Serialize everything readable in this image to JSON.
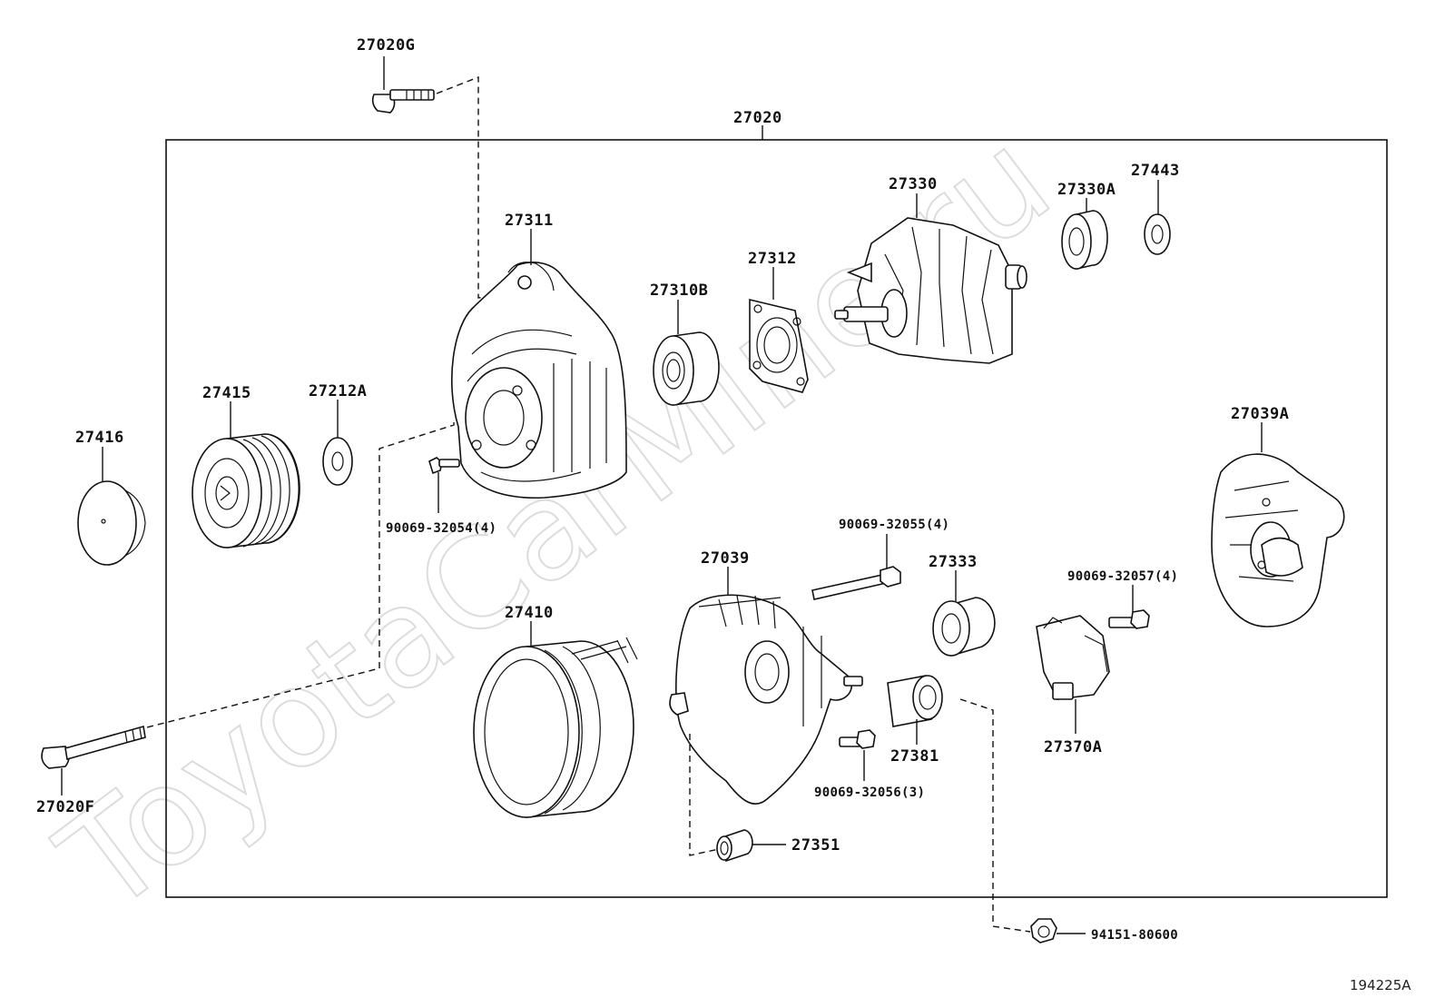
{
  "watermark": "ToyotaCarMine.ru",
  "figure_code": "194225A",
  "assembly": {
    "label": "27020"
  },
  "parts": [
    {
      "id": "27020G",
      "label": "27020G"
    },
    {
      "id": "27311",
      "label": "27311"
    },
    {
      "id": "27310B",
      "label": "27310B"
    },
    {
      "id": "27312",
      "label": "27312"
    },
    {
      "id": "27330",
      "label": "27330"
    },
    {
      "id": "27330A",
      "label": "27330A"
    },
    {
      "id": "27443",
      "label": "27443"
    },
    {
      "id": "27415",
      "label": "27415"
    },
    {
      "id": "27212A",
      "label": "27212A"
    },
    {
      "id": "27416",
      "label": "27416"
    },
    {
      "id": "27039A",
      "label": "27039A"
    },
    {
      "id": "90069-32054",
      "label": "90069-32054(4)"
    },
    {
      "id": "90069-32055",
      "label": "90069-32055(4)"
    },
    {
      "id": "27039",
      "label": "27039"
    },
    {
      "id": "27333",
      "label": "27333"
    },
    {
      "id": "90069-32057",
      "label": "90069-32057(4)"
    },
    {
      "id": "27410",
      "label": "27410"
    },
    {
      "id": "27381",
      "label": "27381"
    },
    {
      "id": "27370A",
      "label": "27370A"
    },
    {
      "id": "90069-32056",
      "label": "90069-32056(3)"
    },
    {
      "id": "27020F",
      "label": "27020F"
    },
    {
      "id": "27351",
      "label": "27351"
    },
    {
      "id": "94151-80600",
      "label": "94151-80600"
    }
  ]
}
